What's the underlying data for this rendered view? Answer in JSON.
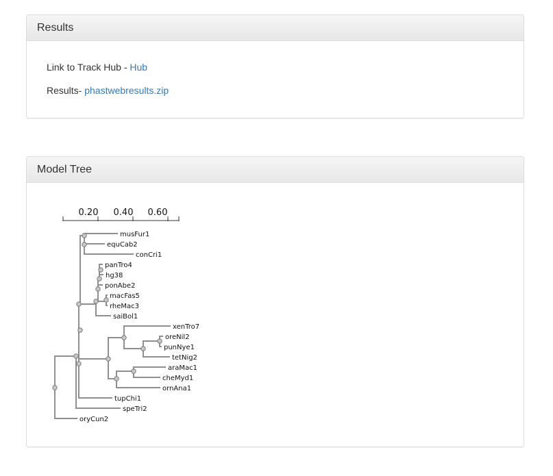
{
  "results_panel": {
    "title": "Results",
    "hub_prefix": "Link to Track Hub - ",
    "hub_link": "Hub",
    "results_prefix": "Results- ",
    "results_link": "phastwebresults.zip"
  },
  "tree_panel": {
    "title": "Model Tree",
    "scale_ticks": [
      "0.20",
      "0.40",
      "0.60"
    ],
    "leaves": [
      "musFur1",
      "equCab2",
      "conCri1",
      "panTro4",
      "hg38",
      "ponAbe2",
      "macFas5",
      "rheMac3",
      "saiBol1",
      "xenTro7",
      "oreNil2",
      "punNye1",
      "tetNig2",
      "araMac1",
      "cheMyd1",
      "ornAna1",
      "tupChi1",
      "speTri2",
      "oryCun2"
    ]
  }
}
